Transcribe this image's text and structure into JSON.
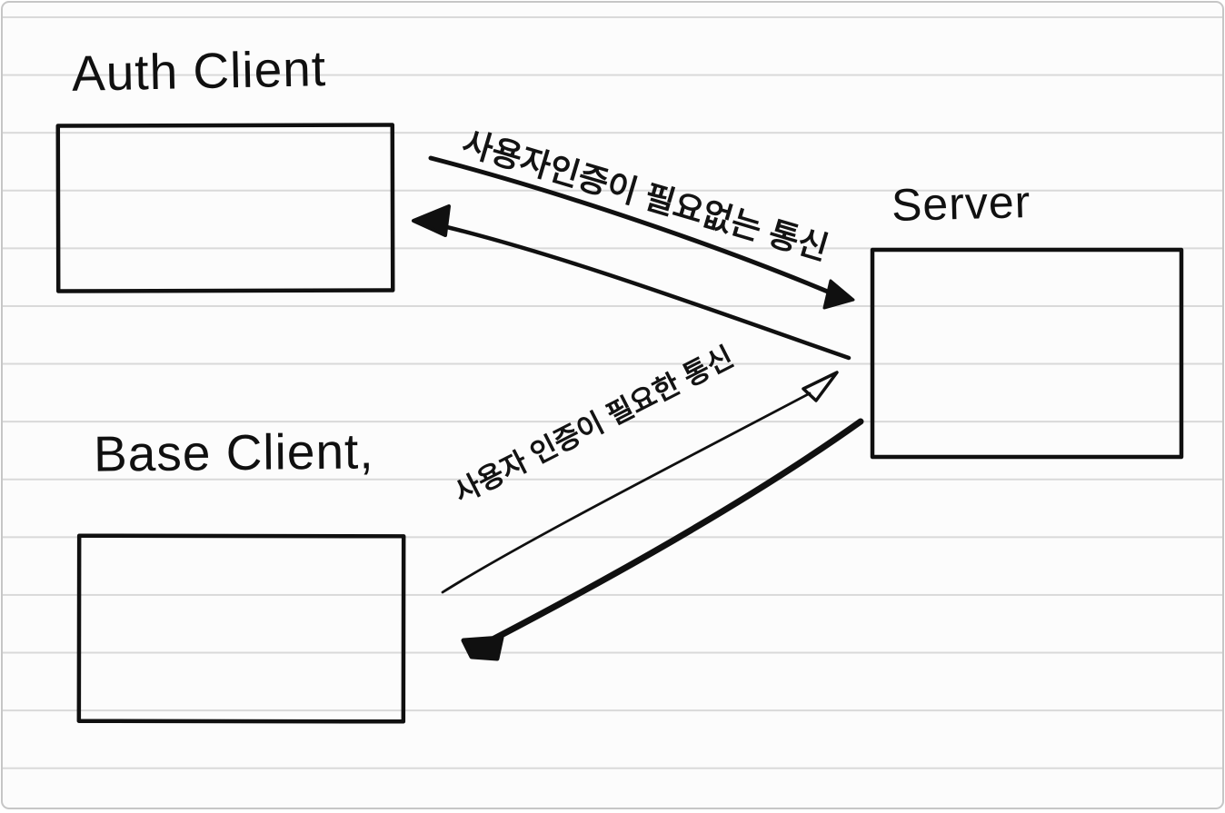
{
  "canvas": {
    "paper_color": "#fcfcfc",
    "rule_line_color": "#d9d9d9",
    "border_color": "#c6c6c6",
    "ink_color": "#101010"
  },
  "diagram": {
    "type": "hand-drawn-sketch",
    "nodes": [
      {
        "id": "auth-client",
        "label": "Auth Client"
      },
      {
        "id": "base-client",
        "label": "Base Client,"
      },
      {
        "id": "server",
        "label": "Server"
      }
    ],
    "edges": [
      {
        "id": "auth-to-server",
        "from": "auth-client",
        "to": "server",
        "arrowhead": "filled",
        "stroke": "medium"
      },
      {
        "id": "server-to-auth",
        "from": "server",
        "to": "auth-client",
        "arrowhead": "filled-scribble",
        "stroke": "medium"
      },
      {
        "id": "base-to-server",
        "from": "base-client",
        "to": "server",
        "arrowhead": "open-triangle",
        "stroke": "thin"
      },
      {
        "id": "server-to-base",
        "from": "server",
        "to": "base-client",
        "arrowhead": "filled-scribble",
        "stroke": "thick"
      }
    ],
    "annotations": [
      {
        "id": "auth-link-note",
        "text": "사용자인증이 필요없는 통신",
        "attached_to": "auth-client ↔ server"
      },
      {
        "id": "base-link-note",
        "text": "사용자 인증이 필요한 통신",
        "attached_to": "base-client ↔ server"
      }
    ]
  }
}
